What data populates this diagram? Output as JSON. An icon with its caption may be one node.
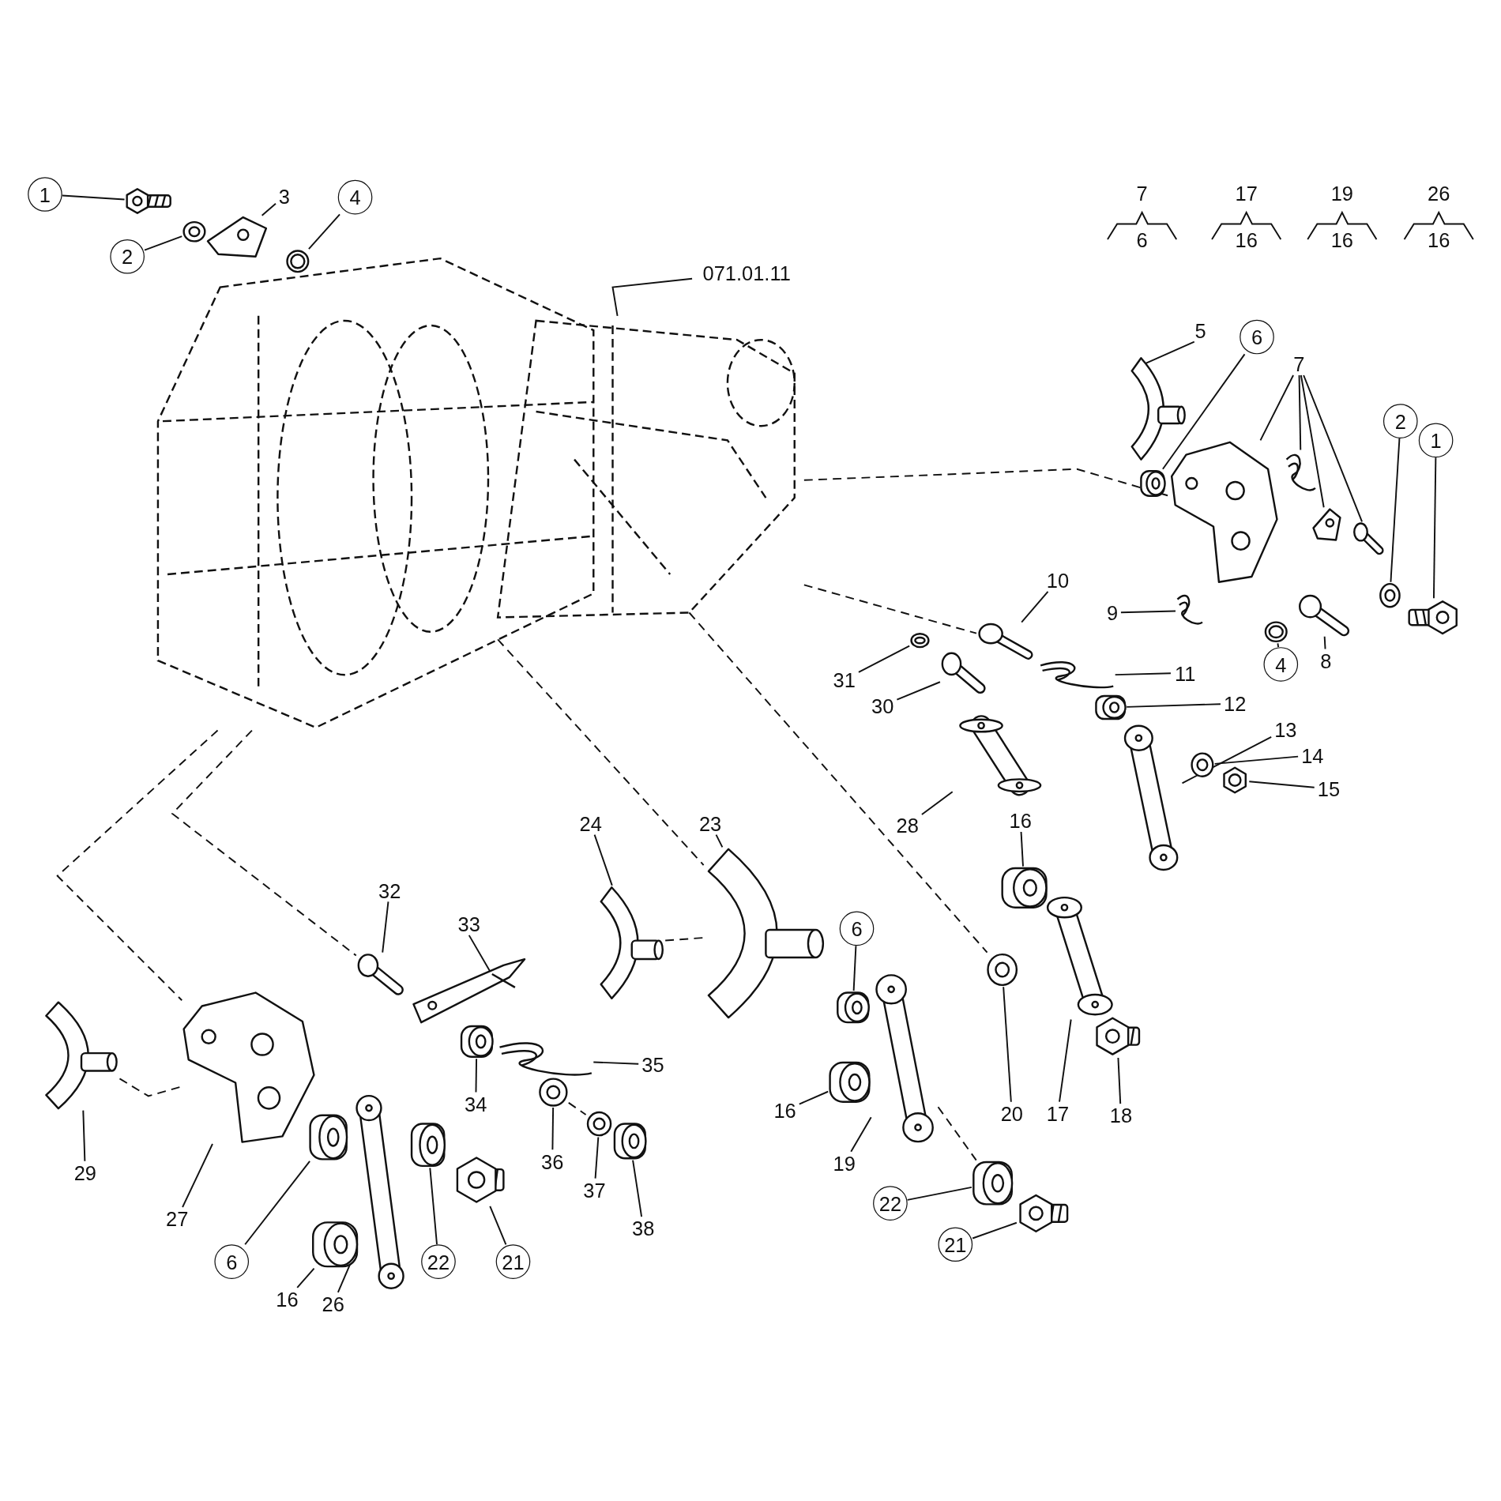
{
  "diagram": {
    "nodes": [
      {
        "text": [
          "1"
        ]
      },
      {
        "text": [],
        "shape": "picture"
      },
      {
        "text": [
          "2"
        ]
      },
      {
        "text": [],
        "shape": "picture"
      },
      {
        "text": [
          "3"
        ]
      },
      {
        "text": [],
        "shape": "picture"
      },
      {
        "text": [
          "4"
        ]
      },
      {
        "text": [],
        "shape": "picture"
      },
      {
        "text": [
          "071.01.11"
        ]
      },
      {
        "text": [],
        "shape": "picture"
      },
      {
        "text": [
          "5"
        ]
      },
      {
        "text": [],
        "shape": "picture"
      },
      {
        "text": [
          "6"
        ]
      },
      {
        "text": [],
        "shape": "picture"
      },
      {
        "text": [
          "7"
        ]
      },
      {
        "text": [],
        "shape": "picture"
      },
      {
        "text": [],
        "shape": "picture"
      },
      {
        "text": [],
        "shape": "picture"
      },
      {
        "text": [],
        "shape": "picture"
      },
      {
        "text": [
          "2"
        ]
      },
      {
        "text": [],
        "shape": "picture"
      },
      {
        "text": [
          "1"
        ]
      },
      {
        "text": [],
        "shape": "picture"
      },
      {
        "text": [
          "10"
        ]
      },
      {
        "text": [],
        "shape": "picture"
      },
      {
        "text": [
          "9"
        ]
      },
      {
        "text": [],
        "shape": "picture"
      },
      {
        "text": [
          "11"
        ]
      },
      {
        "text": [],
        "shape": "picture"
      },
      {
        "text": [
          "4"
        ]
      },
      {
        "text": [],
        "shape": "picture"
      },
      {
        "text": [
          "8"
        ]
      },
      {
        "text": [],
        "shape": "picture"
      },
      {
        "text": [
          "31"
        ]
      },
      {
        "text": [],
        "shape": "picture"
      },
      {
        "text": [
          "30"
        ]
      },
      {
        "text": [],
        "shape": "picture"
      },
      {
        "text": [
          "12"
        ]
      },
      {
        "text": [],
        "shape": "picture"
      },
      {
        "text": [
          "13"
        ]
      },
      {
        "text": [],
        "shape": "picture"
      },
      {
        "text": [
          "14"
        ]
      },
      {
        "text": [],
        "shape": "picture"
      },
      {
        "text": [
          "15"
        ]
      },
      {
        "text": [],
        "shape": "picture"
      },
      {
        "text": [
          "28"
        ]
      },
      {
        "text": [],
        "shape": "picture"
      },
      {
        "text": [
          "16"
        ]
      },
      {
        "text": [],
        "shape": "picture"
      },
      {
        "text": [
          "23"
        ]
      },
      {
        "text": [],
        "shape": "picture"
      },
      {
        "text": [
          "24"
        ]
      },
      {
        "text": [],
        "shape": "picture"
      },
      {
        "text": [
          "32"
        ]
      },
      {
        "text": [],
        "shape": "picture"
      },
      {
        "text": [
          "33"
        ]
      },
      {
        "text": [],
        "shape": "picture"
      },
      {
        "text": [
          "6"
        ]
      },
      {
        "text": [],
        "shape": "picture"
      },
      {
        "text": [
          "20"
        ]
      },
      {
        "text": [],
        "shape": "picture"
      },
      {
        "text": [
          "17"
        ]
      },
      {
        "text": [],
        "shape": "picture"
      },
      {
        "text": [
          "18"
        ]
      },
      {
        "text": [],
        "shape": "picture"
      },
      {
        "text": [
          "35"
        ]
      },
      {
        "text": [],
        "shape": "picture"
      },
      {
        "text": [
          "34"
        ]
      },
      {
        "text": [],
        "shape": "picture"
      },
      {
        "text": [
          "16"
        ]
      },
      {
        "text": [],
        "shape": "picture"
      },
      {
        "text": [
          "19"
        ]
      },
      {
        "text": [],
        "shape": "picture"
      },
      {
        "text": [
          "36"
        ]
      },
      {
        "text": [],
        "shape": "picture"
      },
      {
        "text": [
          "37"
        ]
      },
      {
        "text": [],
        "shape": "picture"
      },
      {
        "text": [
          "38"
        ]
      },
      {
        "text": [],
        "shape": "picture"
      },
      {
        "text": [
          "29"
        ]
      },
      {
        "text": [],
        "shape": "picture"
      },
      {
        "text": [
          "27"
        ]
      },
      {
        "text": [],
        "shape": "picture"
      },
      {
        "text": [
          "6"
        ]
      },
      {
        "text": [],
        "shape": "picture"
      },
      {
        "text": [
          "22"
        ]
      },
      {
        "text": [],
        "shape": "picture"
      },
      {
        "text": [
          "21"
        ]
      },
      {
        "text": [],
        "shape": "picture"
      },
      {
        "text": [
          "16"
        ]
      },
      {
        "text": [],
        "shape": "picture"
      },
      {
        "text": [
          "26"
        ]
      },
      {
        "text": [],
        "shape": "picture"
      },
      {
        "text": [
          "22"
        ]
      },
      {
        "text": [],
        "shape": "picture"
      },
      {
        "text": [
          "21"
        ]
      },
      {
        "text": [],
        "shape": "picture"
      }
    ],
    "edges": [
      {
        "from": 0,
        "to": 1,
        "arrow": "none"
      },
      {
        "from": 2,
        "to": 3,
        "arrow": "none"
      },
      {
        "from": 4,
        "to": 5,
        "arrow": "none"
      },
      {
        "from": 6,
        "to": 7,
        "arrow": "none"
      },
      {
        "from": 8,
        "to": 9,
        "arrow": "none"
      },
      {
        "from": 10,
        "to": 11,
        "arrow": "none"
      },
      {
        "from": 12,
        "to": 13,
        "arrow": "none"
      },
      {
        "from": 14,
        "to": 15,
        "arrow": "none"
      },
      {
        "from": 14,
        "to": 16,
        "arrow": "none"
      },
      {
        "from": 14,
        "to": 17,
        "arrow": "none"
      },
      {
        "from": 14,
        "to": 18,
        "arrow": "none"
      },
      {
        "from": 19,
        "to": 20,
        "arrow": "none"
      },
      {
        "from": 21,
        "to": 22,
        "arrow": "none"
      },
      {
        "from": 23,
        "to": 24,
        "arrow": "none"
      },
      {
        "from": 25,
        "to": 26,
        "arrow": "none"
      },
      {
        "from": 27,
        "to": 28,
        "arrow": "none"
      },
      {
        "from": 29,
        "to": 30,
        "arrow": "none"
      },
      {
        "from": 31,
        "to": 32,
        "arrow": "none"
      },
      {
        "from": 33,
        "to": 34,
        "arrow": "none"
      },
      {
        "from": 35,
        "to": 36,
        "arrow": "none"
      },
      {
        "from": 37,
        "to": 38,
        "arrow": "none"
      },
      {
        "from": 39,
        "to": 40,
        "arrow": "none"
      },
      {
        "from": 41,
        "to": 42,
        "arrow": "none"
      },
      {
        "from": 43,
        "to": 44,
        "arrow": "none"
      },
      {
        "from": 45,
        "to": 46,
        "arrow": "none"
      },
      {
        "from": 47,
        "to": 48,
        "arrow": "none"
      },
      {
        "from": 49,
        "to": 50,
        "arrow": "none"
      },
      {
        "from": 51,
        "to": 52,
        "arrow": "none"
      },
      {
        "from": 53,
        "to": 54,
        "arrow": "none"
      },
      {
        "from": 55,
        "to": 56,
        "arrow": "none"
      },
      {
        "from": 57,
        "to": 58,
        "arrow": "none"
      },
      {
        "from": 59,
        "to": 60,
        "arrow": "none"
      },
      {
        "from": 61,
        "to": 62,
        "arrow": "none"
      },
      {
        "from": 63,
        "to": 64,
        "arrow": "none"
      },
      {
        "from": 65,
        "to": 66,
        "arrow": "none"
      },
      {
        "from": 67,
        "to": 68,
        "arrow": "none"
      },
      {
        "from": 69,
        "to": 70,
        "arrow": "none"
      },
      {
        "from": 71,
        "to": 72,
        "arrow": "none"
      },
      {
        "from": 73,
        "to": 74,
        "arrow": "none"
      },
      {
        "from": 75,
        "to": 76,
        "arrow": "none"
      },
      {
        "from": 77,
        "to": 78,
        "arrow": "none"
      },
      {
        "from": 79,
        "to": 80,
        "arrow": "none"
      },
      {
        "from": 81,
        "to": 82,
        "arrow": "none"
      },
      {
        "from": 83,
        "to": 84,
        "arrow": "none"
      },
      {
        "from": 85,
        "to": 86,
        "arrow": "none"
      },
      {
        "from": 87,
        "to": 88,
        "arrow": "none"
      },
      {
        "from": 89,
        "to": 90,
        "arrow": "none"
      },
      {
        "from": 91,
        "to": 92,
        "arrow": "none"
      },
      {
        "from": 93,
        "to": 94,
        "arrow": "none"
      },
      {
        "from": 95,
        "to": 96,
        "arrow": "none"
      },
      {
        "from": 9,
        "to": 15,
        "arrow": "none",
        "style": "dashed"
      },
      {
        "from": 9,
        "to": 24,
        "arrow": "none",
        "style": "dashed"
      },
      {
        "from": 9,
        "to": 82,
        "arrow": "none",
        "style": "dashed"
      },
      {
        "from": 9,
        "to": 54,
        "arrow": "none",
        "style": "dashed"
      },
      {
        "from": 9,
        "to": 50,
        "arrow": "none",
        "style": "dashed"
      },
      {
        "from": 9,
        "to": 60,
        "arrow": "none",
        "style": "dashed"
      },
      {
        "from": 52,
        "to": 50,
        "arrow": "none",
        "style": "dashed"
      },
      {
        "from": 80,
        "to": 82,
        "arrow": "none",
        "style": "dashed"
      },
      {
        "from": 72,
        "to": 94,
        "arrow": "none",
        "style": "dashed"
      },
      {
        "from": 74,
        "to": 76,
        "arrow": "none",
        "style": "dashed"
      }
    ],
    "labels": [
      "7",
      "6",
      "17",
      "16",
      "19",
      "16",
      "26",
      "16"
    ]
  }
}
